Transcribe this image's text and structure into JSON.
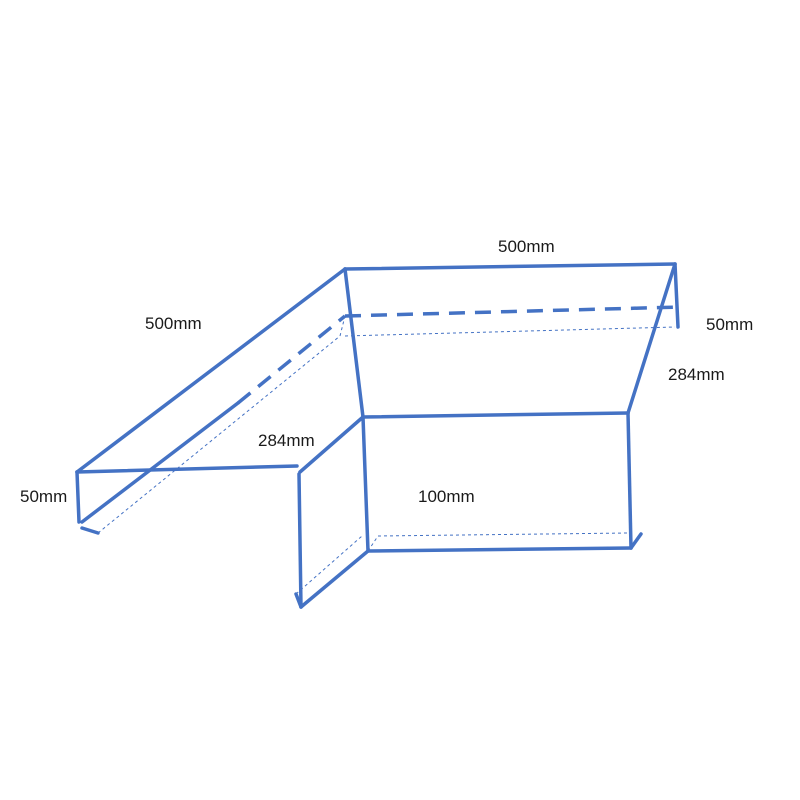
{
  "labels": {
    "top_length": "500mm",
    "left_length": "500mm",
    "right_lip": "50mm",
    "left_lip": "50mm",
    "right_height": "284mm",
    "inner_height": "284mm",
    "base_width": "100mm"
  },
  "colors": {
    "line": "#4472c4",
    "text": "#1a1a1a",
    "background": "#ffffff"
  }
}
